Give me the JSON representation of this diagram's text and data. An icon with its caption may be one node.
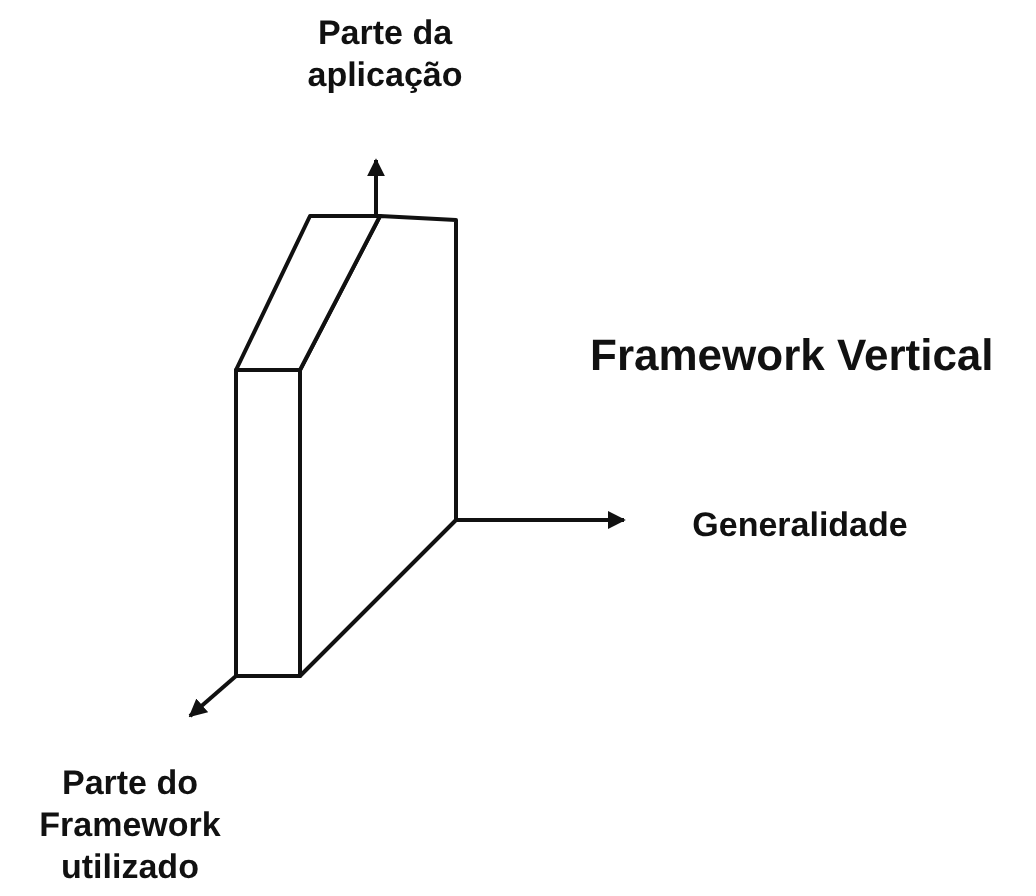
{
  "diagram": {
    "title": "Framework Vertical",
    "labels": [
      "Parte da aplicação",
      "Generalidade",
      "Parte do Framework utilizado"
    ]
  }
}
